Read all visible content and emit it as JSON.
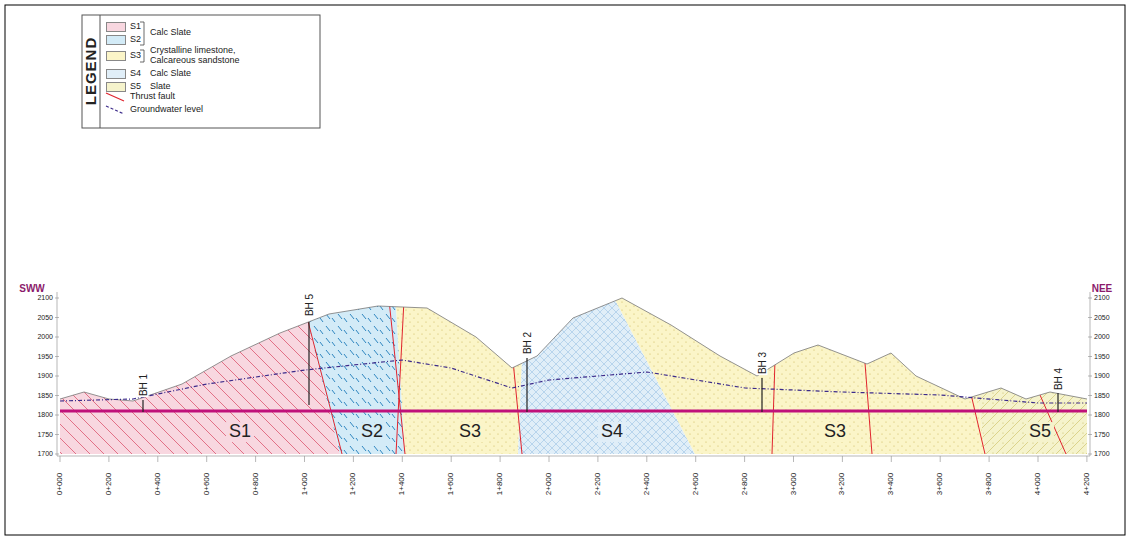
{
  "diagram": {
    "labels": [
      "LEGEND",
      "Calc Slate",
      "Crystalline limestone, Calcareous sandstone",
      "Calc Slate",
      "Slate",
      "SWW",
      "NEE",
      "2100",
      "2050",
      "2000",
      "1950",
      "1900",
      "1850",
      "1800",
      "1750",
      "1700",
      "2100",
      "2050",
      "2000",
      "1950",
      "1900",
      "1850",
      "1800",
      "1750",
      "1700",
      "0+000",
      "0+200",
      "0+400",
      "0+600",
      "0+800",
      "1+000",
      "1+200",
      "1+400",
      "1+600",
      "1+800",
      "2+000",
      "2+200",
      "2+400",
      "2+600",
      "2+800",
      "3+000",
      "3+200",
      "3+400",
      "3+600",
      "3+800",
      "4+000",
      "4+200",
      "BH 1",
      "BH 5",
      "BH 2",
      "BH 3",
      "BH 4",
      "S1",
      "S2",
      "S3",
      "S4",
      "S3",
      "S5"
    ],
    "legend": [
      {
        "text": "S1",
        "color": "#f8d7e0"
      },
      {
        "text": "S2",
        "color": "#d3ebf7"
      },
      {
        "text": "S3",
        "color": "#fbf5c8"
      },
      {
        "text": "S4",
        "color": "#e0eef8"
      },
      {
        "text": "S5",
        "color": "#f5f3cc"
      },
      {
        "text": "Thrust fault"
      },
      {
        "text": "Groundwater level"
      }
    ]
  }
}
